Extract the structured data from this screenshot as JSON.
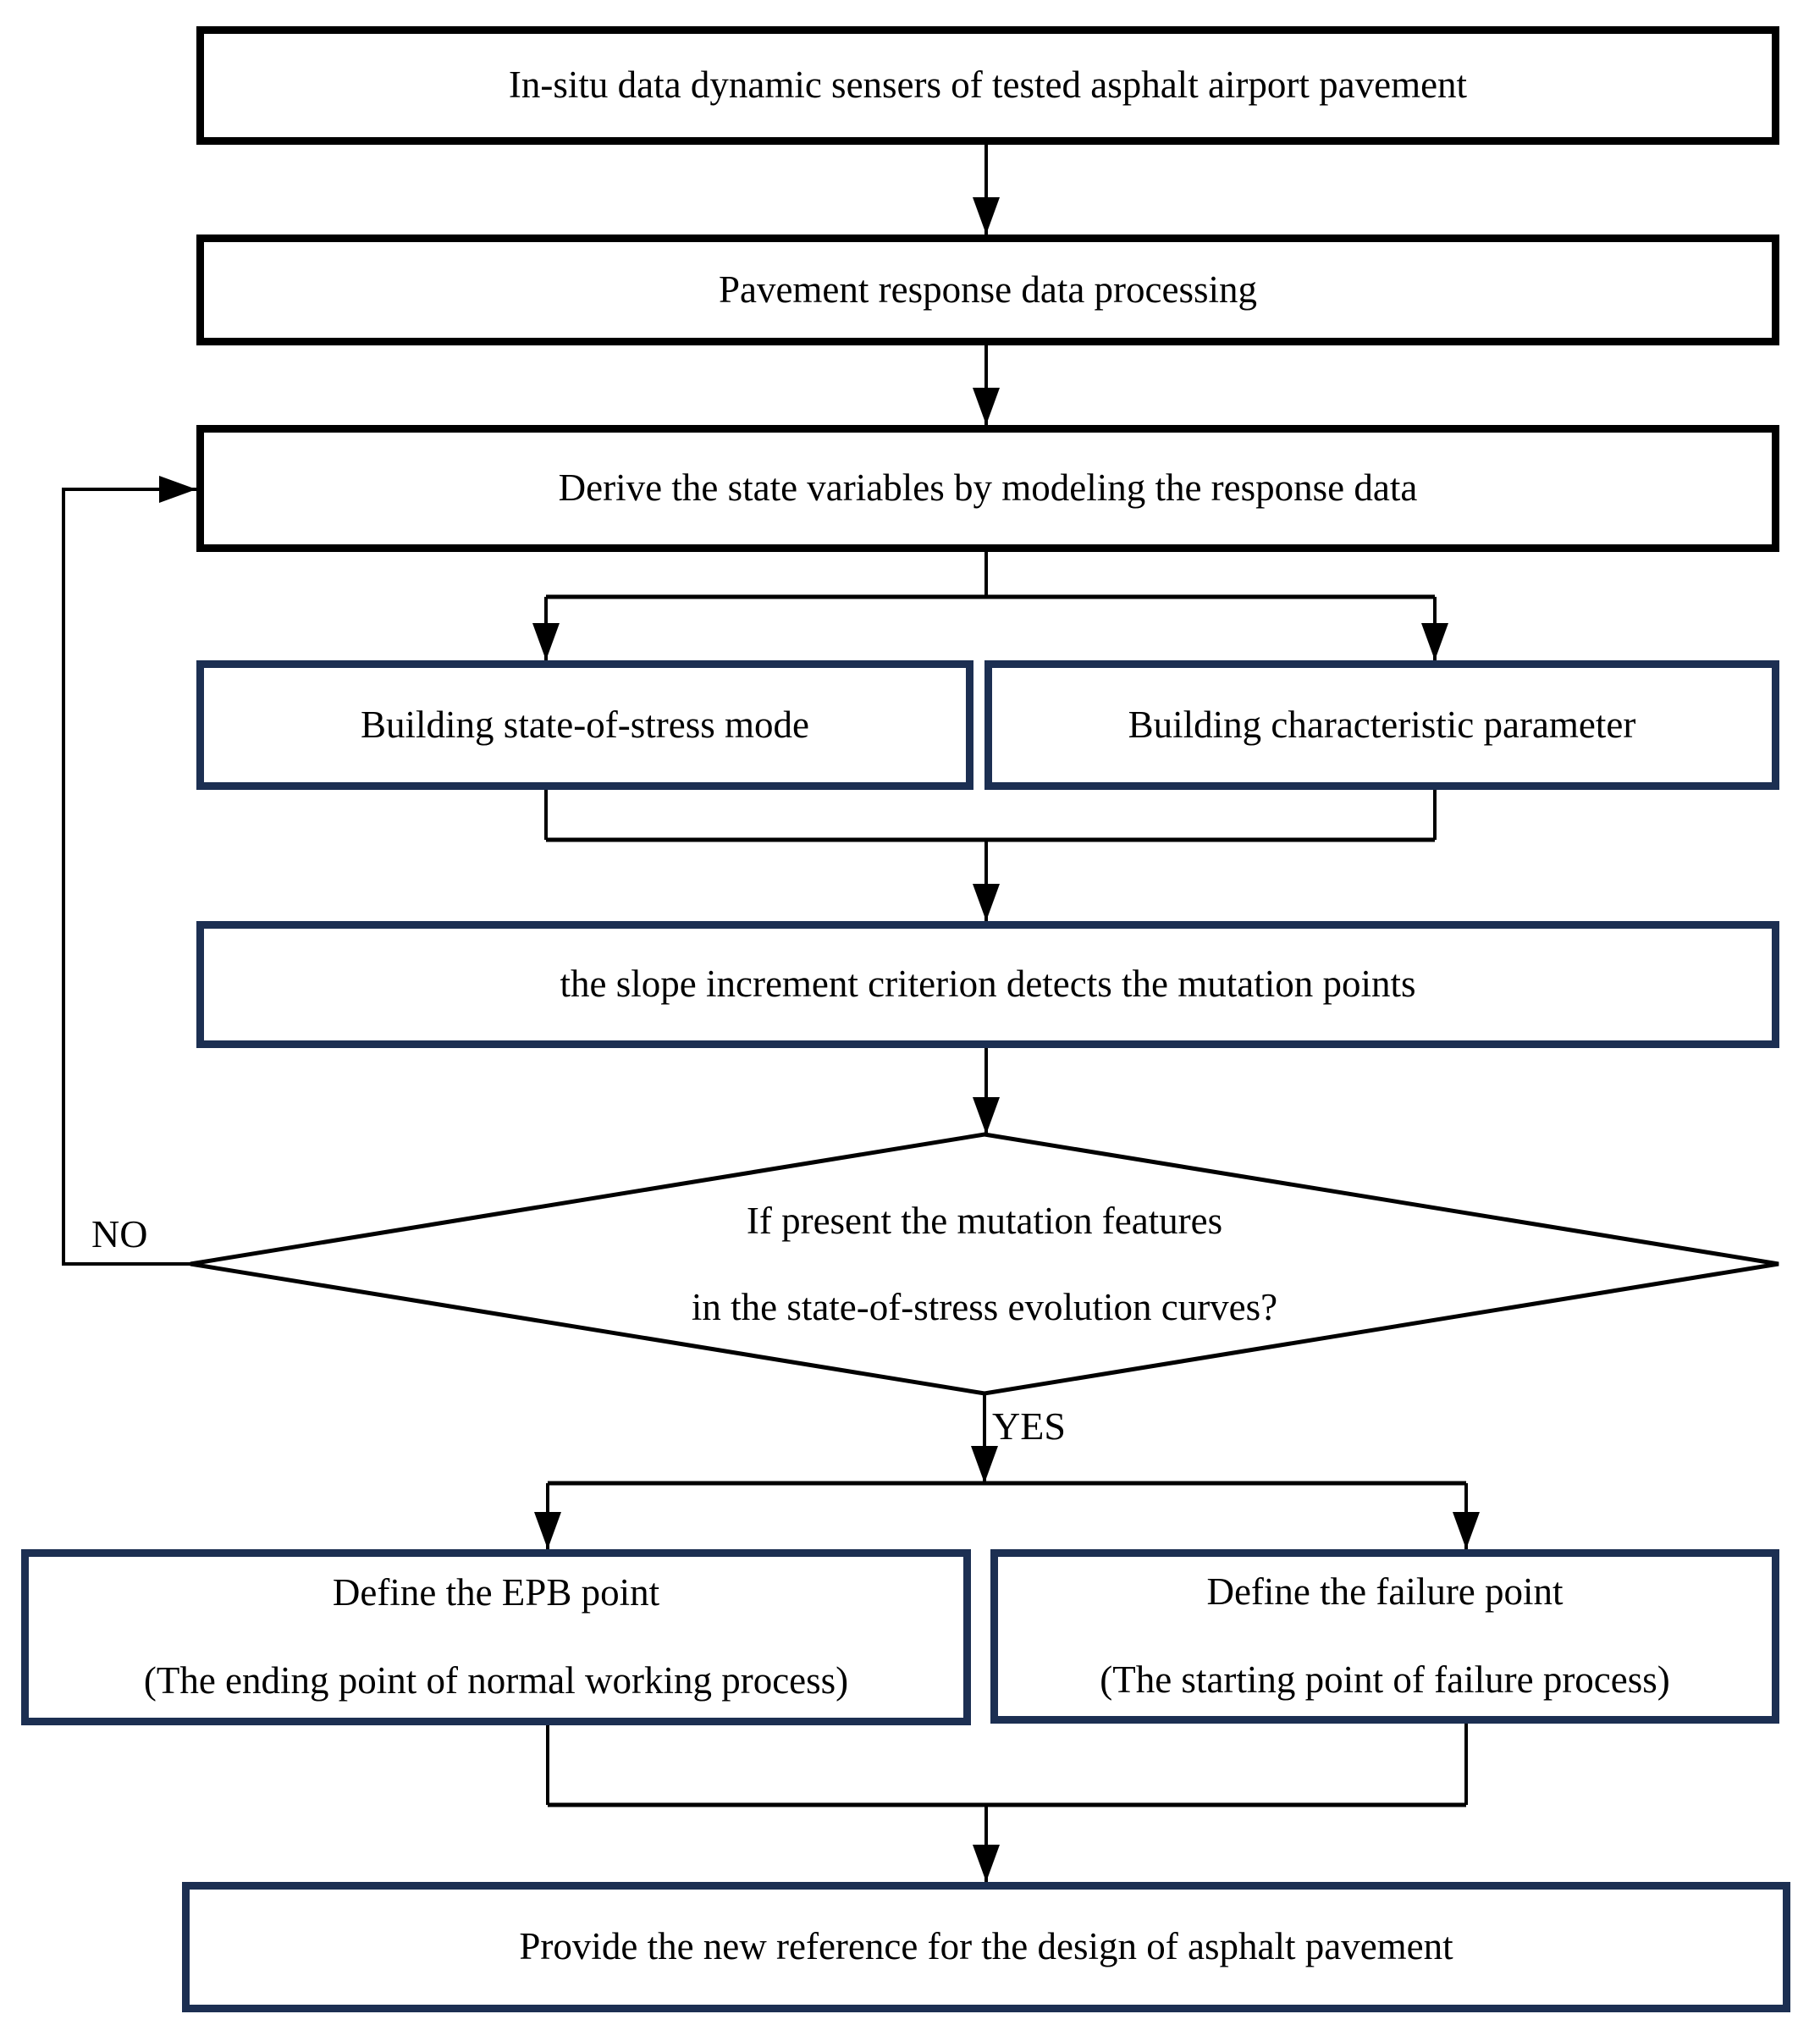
{
  "diagram": {
    "type": "flowchart",
    "colors": {
      "ink": "#000000",
      "navy_border": "#1c2f52",
      "background": "#ffffff"
    },
    "nodes": {
      "insitu": {
        "label": "In-situ data dynamic sensers of tested asphalt airport pavement"
      },
      "processing": {
        "label": "Pavement response data processing"
      },
      "derive": {
        "label": "Derive the state variables by modeling the response data"
      },
      "building_mode": {
        "label": "Building state-of-stress mode"
      },
      "building_param": {
        "label": "Building characteristic parameter"
      },
      "slope": {
        "label": "the slope increment criterion detects the mutation points"
      },
      "decision": {
        "line1": "If present the mutation features",
        "line2": "in the state-of-stress evolution curves?"
      },
      "epb": {
        "line1": "Define the EPB point",
        "line2": "(The ending point of normal working process)"
      },
      "failure": {
        "line1": "Define the failure point",
        "line2": "(The starting point of failure process)"
      },
      "provide": {
        "label": "Provide the new reference for the design of asphalt pavement"
      }
    },
    "edge_labels": {
      "no": "NO",
      "yes": "YES"
    }
  }
}
